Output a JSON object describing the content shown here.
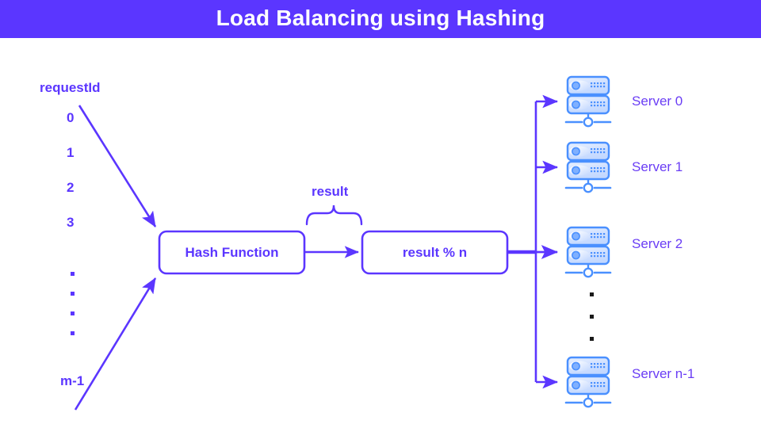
{
  "header": {
    "title": "Load Balancing using Hashing",
    "background_color": "#5B36FF",
    "text_color": "#FFFFFF"
  },
  "theme": {
    "accent": "#5B36FF",
    "server_border": "#4A90FF",
    "server_fill": "#DCE8FF",
    "server_label_color": "#6A3DF5",
    "background": "#FFFFFF",
    "dot_color": "#1A1A1A"
  },
  "input_column": {
    "header_label": "requestId",
    "items": [
      {
        "label": "0"
      },
      {
        "label": "1"
      },
      {
        "label": "2"
      },
      {
        "label": "3"
      }
    ],
    "ellipsis_dots": 4,
    "last_label": "m-1"
  },
  "pipeline": {
    "hash_box_label": "Hash Function",
    "modulo_box_label": "result % n",
    "brace_label": "result"
  },
  "servers": {
    "items": [
      {
        "label": "Server 0"
      },
      {
        "label": "Server 1"
      },
      {
        "label": "Server 2"
      },
      {
        "label": "Server n-1"
      }
    ],
    "ellipsis_dots": 3
  }
}
